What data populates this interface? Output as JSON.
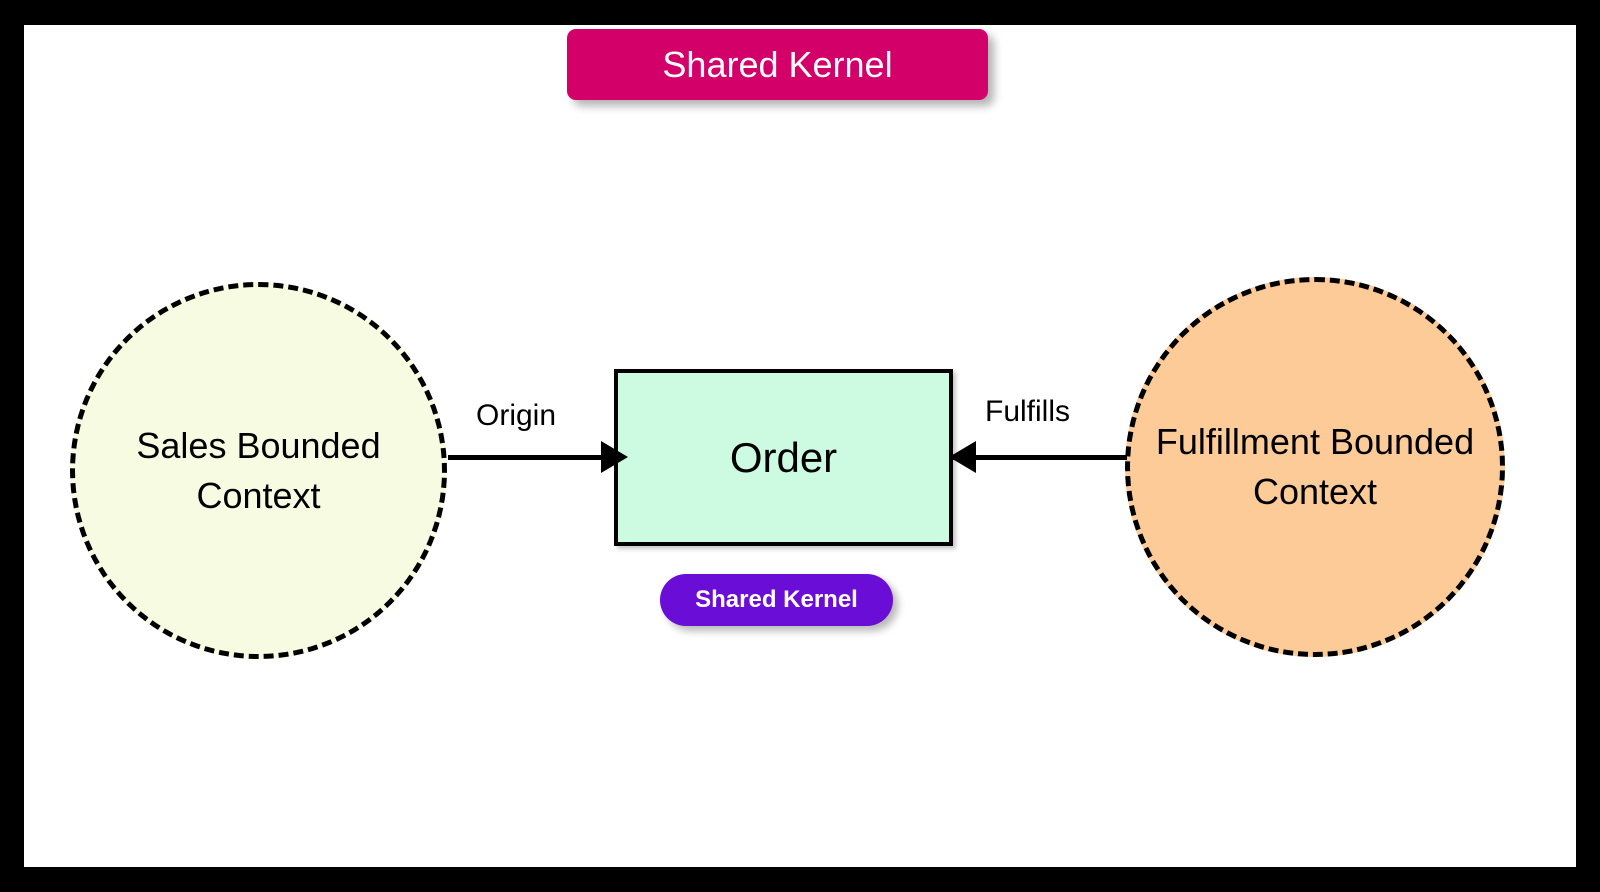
{
  "diagram": {
    "title_badge": {
      "label": "Shared Kernel",
      "color": "#d4006a",
      "text_color": "#ffffff"
    },
    "contexts": [
      {
        "id": "sales",
        "label": "Sales Bounded Context",
        "shape": "circle",
        "fill": "#f7fbe2",
        "border": "dashed-black"
      },
      {
        "id": "fulfillment",
        "label": "Fulfillment Bounded Context",
        "shape": "circle",
        "fill": "#fccb98",
        "border": "dashed-black"
      }
    ],
    "shared_entity": {
      "label": "Order",
      "shape": "rectangle",
      "fill": "#ccfbe2",
      "border": "#000000",
      "stereotype_badge": {
        "label": "Shared Kernel",
        "color": "#6a0dd6",
        "text_color": "#ffffff"
      }
    },
    "relationships": [
      {
        "id": "origin",
        "label": "Origin",
        "from": "sales",
        "to": "Order",
        "direction": "right"
      },
      {
        "id": "fulfills",
        "label": "Fulfills",
        "from": "fulfillment",
        "to": "Order",
        "direction": "left"
      }
    ]
  }
}
